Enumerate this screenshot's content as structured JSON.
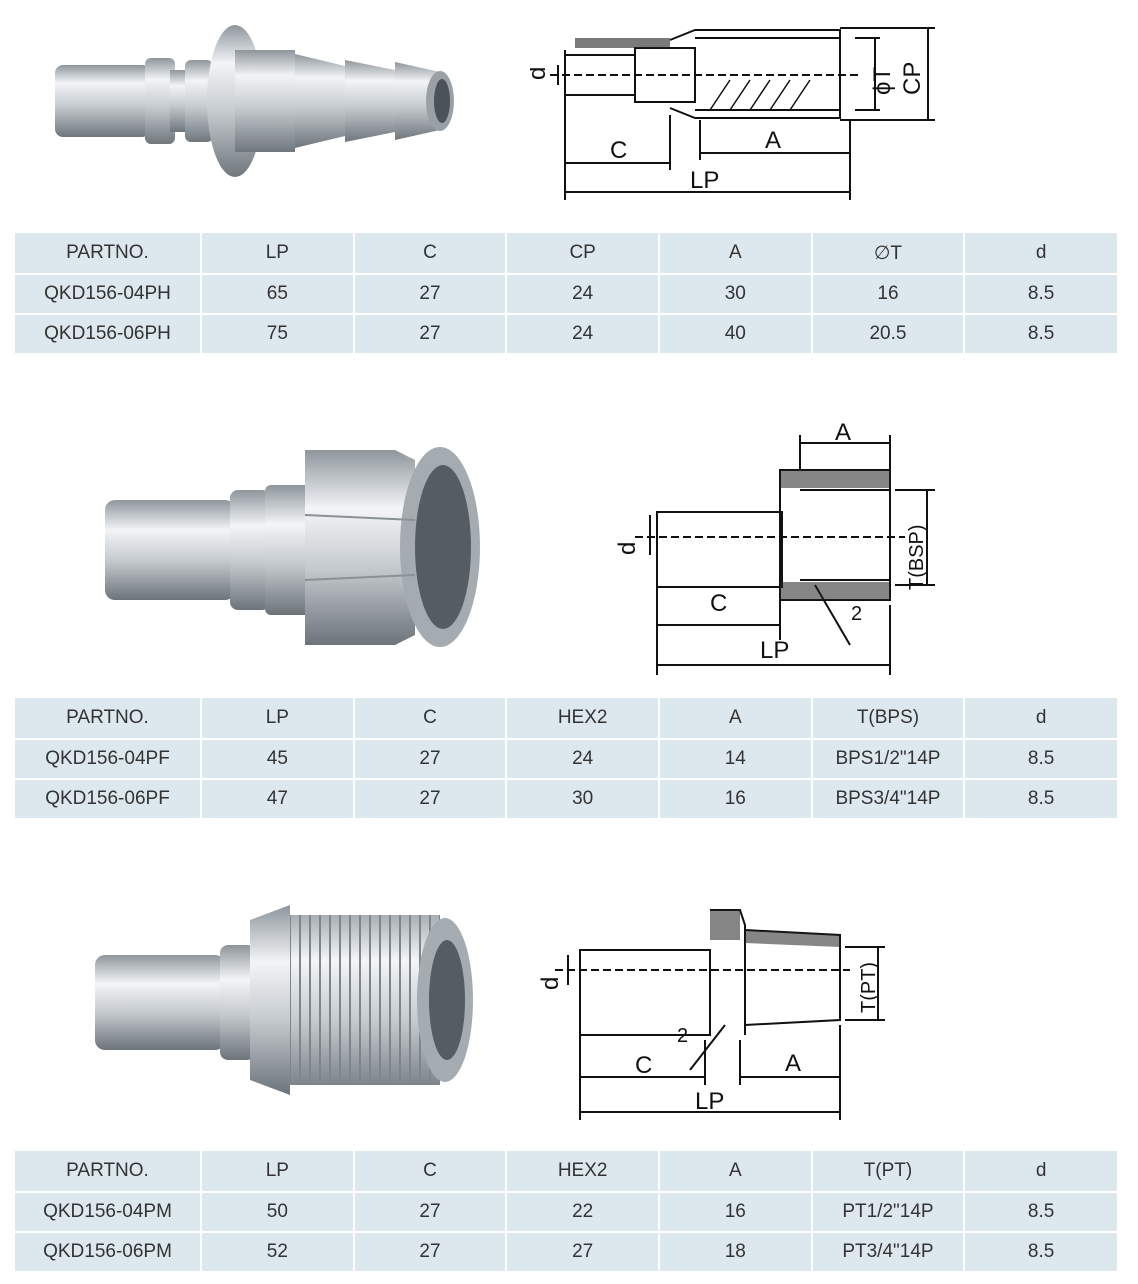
{
  "products": [
    {
      "photo_icon": "hose-barb-plug-photo",
      "drawing": {
        "labels": [
          "d",
          "C",
          "A",
          "LP",
          "ϕT",
          "CP"
        ]
      },
      "headers": [
        "PARTNO.",
        "LP",
        "C",
        "CP",
        "A",
        "∅T",
        "d"
      ],
      "rows": [
        [
          "QKD156-04PH",
          "65",
          "27",
          "24",
          "30",
          "16",
          "8.5"
        ],
        [
          "QKD156-06PH",
          "75",
          "27",
          "24",
          "40",
          "20.5",
          "8.5"
        ]
      ]
    },
    {
      "photo_icon": "female-thread-plug-photo",
      "drawing": {
        "labels": [
          "d",
          "C",
          "A",
          "LP",
          "T(BSP)",
          "2"
        ]
      },
      "headers": [
        "PARTNO.",
        "LP",
        "C",
        "HEX2",
        "A",
        "T(BPS)",
        "d"
      ],
      "rows": [
        [
          "QKD156-04PF",
          "45",
          "27",
          "24",
          "14",
          "BPS1/2\"14P",
          "8.5"
        ],
        [
          "QKD156-06PF",
          "47",
          "27",
          "30",
          "16",
          "BPS3/4\"14P",
          "8.5"
        ]
      ]
    },
    {
      "photo_icon": "male-thread-plug-photo",
      "drawing": {
        "labels": [
          "d",
          "C",
          "A",
          "LP",
          "T(PT)",
          "2"
        ]
      },
      "headers": [
        "PARTNO.",
        "LP",
        "C",
        "HEX2",
        "A",
        "T(PT)",
        "d"
      ],
      "rows": [
        [
          "QKD156-04PM",
          "50",
          "27",
          "22",
          "16",
          "PT1/2\"14P",
          "8.5"
        ],
        [
          "QKD156-06PM",
          "52",
          "27",
          "27",
          "18",
          "PT3/4\"14P",
          "8.5"
        ]
      ]
    }
  ],
  "colors": {
    "table_bg": "#dde8ee",
    "metal_light": "#e9edf0",
    "metal_dark": "#7d858c",
    "hatch": "#222222"
  }
}
